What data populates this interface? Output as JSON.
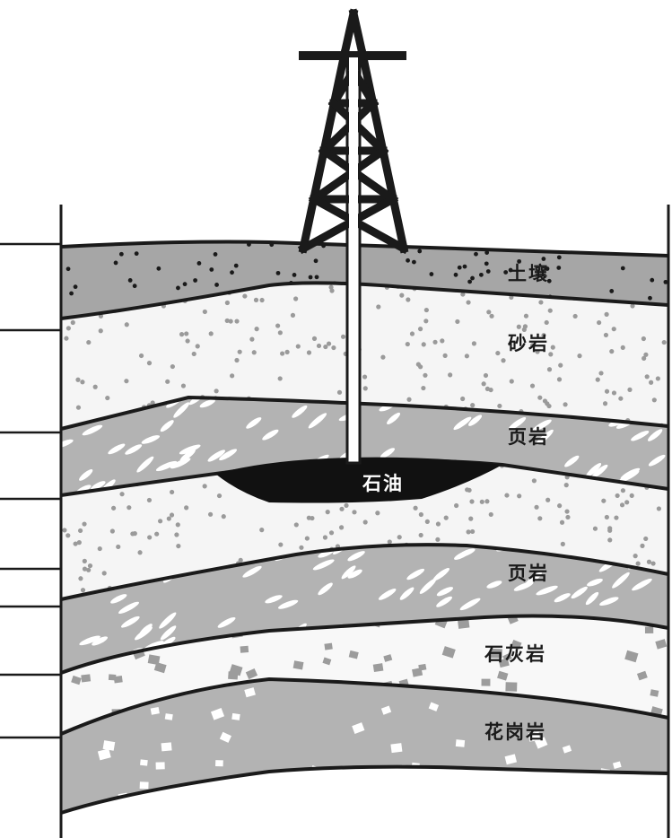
{
  "labels": {
    "soil": "土壤",
    "sandstone_1": "砂岩",
    "shale_1": "页岩",
    "oil": "石油",
    "shale_2": "页岩",
    "limestone": "石灰岩",
    "granite": "花岗岩"
  },
  "colors": {
    "soil_fill": "#a6a6a6",
    "shale_fill": "#b3b3b3",
    "granite_fill": "#b3b3b3",
    "sandstone_fill": "#f5f5f5",
    "limestone_fill": "#f8f8f8",
    "oil_fill": "#111111",
    "line": "#1a1a1a"
  }
}
